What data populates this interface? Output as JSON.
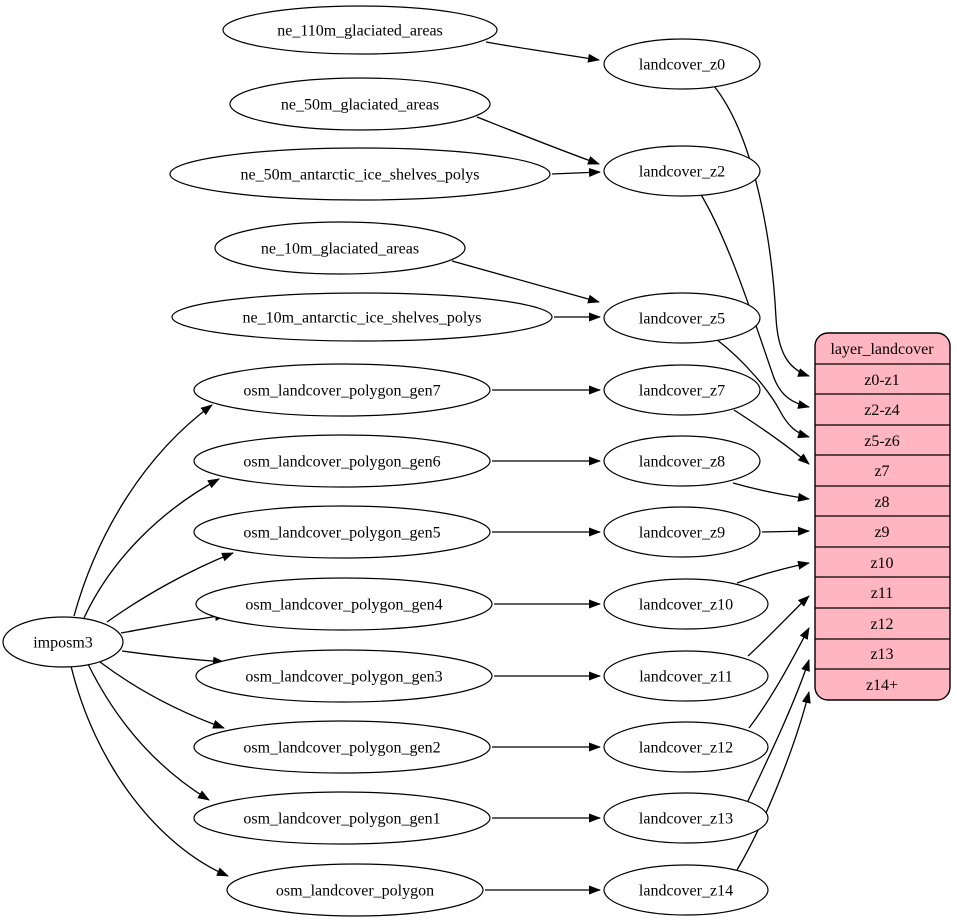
{
  "nodes": {
    "imposm3": "imposm3",
    "ne_110m_glaciated_areas": "ne_110m_glaciated_areas",
    "ne_50m_glaciated_areas": "ne_50m_glaciated_areas",
    "ne_50m_antarctic_ice_shelves_polys": "ne_50m_antarctic_ice_shelves_polys",
    "ne_10m_glaciated_areas": "ne_10m_glaciated_areas",
    "ne_10m_antarctic_ice_shelves_polys": "ne_10m_antarctic_ice_shelves_polys",
    "osm_landcover_polygon_gen7": "osm_landcover_polygon_gen7",
    "osm_landcover_polygon_gen6": "osm_landcover_polygon_gen6",
    "osm_landcover_polygon_gen5": "osm_landcover_polygon_gen5",
    "osm_landcover_polygon_gen4": "osm_landcover_polygon_gen4",
    "osm_landcover_polygon_gen3": "osm_landcover_polygon_gen3",
    "osm_landcover_polygon_gen2": "osm_landcover_polygon_gen2",
    "osm_landcover_polygon_gen1": "osm_landcover_polygon_gen1",
    "osm_landcover_polygon": "osm_landcover_polygon",
    "landcover_z0": "landcover_z0",
    "landcover_z2": "landcover_z2",
    "landcover_z5": "landcover_z5",
    "landcover_z7": "landcover_z7",
    "landcover_z8": "landcover_z8",
    "landcover_z9": "landcover_z9",
    "landcover_z10": "landcover_z10",
    "landcover_z11": "landcover_z11",
    "landcover_z12": "landcover_z12",
    "landcover_z13": "landcover_z13",
    "landcover_z14": "landcover_z14"
  },
  "table": {
    "title": "layer_landcover",
    "rows": [
      "z0-z1",
      "z2-z4",
      "z5-z6",
      "z7",
      "z8",
      "z9",
      "z10",
      "z11",
      "z12",
      "z13",
      "z14+"
    ]
  },
  "colors": {
    "table_fill": "#ffb6c1",
    "node_fill": "#ffffff",
    "stroke": "#000000",
    "background": "#ffffff"
  },
  "edges": [
    {
      "from": "imposm3",
      "to": "osm_landcover_polygon_gen7"
    },
    {
      "from": "imposm3",
      "to": "osm_landcover_polygon_gen6"
    },
    {
      "from": "imposm3",
      "to": "osm_landcover_polygon_gen5"
    },
    {
      "from": "imposm3",
      "to": "osm_landcover_polygon_gen4"
    },
    {
      "from": "imposm3",
      "to": "osm_landcover_polygon_gen3"
    },
    {
      "from": "imposm3",
      "to": "osm_landcover_polygon_gen2"
    },
    {
      "from": "imposm3",
      "to": "osm_landcover_polygon_gen1"
    },
    {
      "from": "imposm3",
      "to": "osm_landcover_polygon"
    },
    {
      "from": "ne_110m_glaciated_areas",
      "to": "landcover_z0"
    },
    {
      "from": "ne_50m_glaciated_areas",
      "to": "landcover_z2"
    },
    {
      "from": "ne_50m_antarctic_ice_shelves_polys",
      "to": "landcover_z2"
    },
    {
      "from": "ne_10m_glaciated_areas",
      "to": "landcover_z5"
    },
    {
      "from": "ne_10m_antarctic_ice_shelves_polys",
      "to": "landcover_z5"
    },
    {
      "from": "osm_landcover_polygon_gen7",
      "to": "landcover_z7"
    },
    {
      "from": "osm_landcover_polygon_gen6",
      "to": "landcover_z8"
    },
    {
      "from": "osm_landcover_polygon_gen5",
      "to": "landcover_z9"
    },
    {
      "from": "osm_landcover_polygon_gen4",
      "to": "landcover_z10"
    },
    {
      "from": "osm_landcover_polygon_gen3",
      "to": "landcover_z11"
    },
    {
      "from": "osm_landcover_polygon_gen2",
      "to": "landcover_z12"
    },
    {
      "from": "osm_landcover_polygon_gen1",
      "to": "landcover_z13"
    },
    {
      "from": "osm_landcover_polygon",
      "to": "landcover_z14"
    },
    {
      "from": "landcover_z0",
      "to": "layer_landcover.z0-z1"
    },
    {
      "from": "landcover_z2",
      "to": "layer_landcover.z2-z4"
    },
    {
      "from": "landcover_z5",
      "to": "layer_landcover.z5-z6"
    },
    {
      "from": "landcover_z7",
      "to": "layer_landcover.z7"
    },
    {
      "from": "landcover_z8",
      "to": "layer_landcover.z8"
    },
    {
      "from": "landcover_z9",
      "to": "layer_landcover.z9"
    },
    {
      "from": "landcover_z10",
      "to": "layer_landcover.z10"
    },
    {
      "from": "landcover_z11",
      "to": "layer_landcover.z11"
    },
    {
      "from": "landcover_z12",
      "to": "layer_landcover.z12"
    },
    {
      "from": "landcover_z13",
      "to": "layer_landcover.z13"
    },
    {
      "from": "landcover_z14",
      "to": "layer_landcover.z14+"
    }
  ]
}
